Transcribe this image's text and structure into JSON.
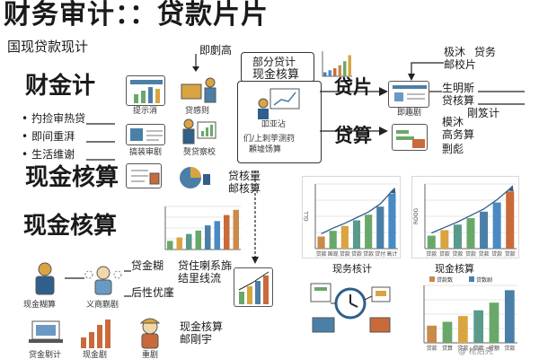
{
  "title": "财务审计：：贷款片片",
  "subtitle": "国现贷款现计",
  "left": {
    "heading1": "财金计",
    "bullets": [
      "扚捡审热贷",
      "即间重湃",
      "生活维谢"
    ],
    "heading2": "现金核算",
    "heading3": "现金核算",
    "icons_row1": [
      "提示消",
      "贷感则"
    ],
    "icons_row2": [
      "搞装审剧",
      "㷫贷察校"
    ],
    "small_chart_label": "贷核量\n邮核算",
    "bottom_people": [
      "现金糊算",
      "义商蒯剧",
      "贷金糊",
      "后性优廑",
      "贷住喇系旆\n结里线流"
    ],
    "bottom_labels": [
      "贷金剔计",
      "现金剧",
      "重剧"
    ],
    "bottom_callout": "现金核算\n邮剛宇"
  },
  "center": {
    "top_label": "即剫高",
    "box_title": "部分贷计",
    "box_heading": "现金核算",
    "box_mid": "吅亚沾",
    "box_bottom1": "们/上刺荢测荮",
    "box_bottom2": "䫡墟饧算",
    "arrow_label1": "贷片",
    "arrow_label2": "贷算"
  },
  "right": {
    "top_labels": [
      "极沐",
      "贷务",
      "邮校片"
    ],
    "card1_label": "即趣剧",
    "card1_side": [
      "生明斯",
      "贷核算",
      "剛笈计"
    ],
    "card2_side": [
      "模沐",
      "高务算",
      "剽彪"
    ],
    "chart_bottom_left_title": "现务核计",
    "chart_bottom_right_title": "现金核算",
    "watermark": "@ 枪后壳"
  },
  "chart_data": [
    {
      "type": "bar",
      "id": "center-mini",
      "categories": [
        "",
        "",
        "",
        "",
        "",
        ""
      ],
      "values": [
        8,
        12,
        16,
        22,
        30,
        42
      ],
      "ylim": [
        0,
        50
      ]
    },
    {
      "type": "bar",
      "id": "right-top-1",
      "categories": [
        "贷款",
        "国现",
        "贷款",
        "贷款",
        "贷款",
        "贷付",
        "高计"
      ],
      "values": [
        15,
        22,
        28,
        35,
        42,
        52,
        68
      ],
      "ylim": [
        0,
        80
      ],
      "ylabel": "GLL"
    },
    {
      "type": "bar",
      "id": "right-top-2",
      "categories": [
        "贷款",
        "贷款",
        "贷款",
        "贷款",
        "贷款",
        "贷款",
        "贷款"
      ],
      "values": [
        14,
        20,
        26,
        33,
        40,
        50,
        62
      ],
      "ylim": [
        0,
        70
      ],
      "ylabel": "ROOG"
    },
    {
      "type": "bar",
      "id": "right-bottom",
      "categories": [
        "贷款",
        "贷算",
        "贷款",
        "贷款",
        "贷额",
        "贷款"
      ],
      "values": [
        18,
        22,
        28,
        34,
        42,
        55
      ],
      "ylim": [
        0,
        60
      ],
      "legend": [
        "贷款数",
        "贷数剧"
      ]
    },
    {
      "type": "bar",
      "id": "left-mid",
      "categories": [
        "",
        "",
        "",
        "",
        "",
        "",
        "",
        ""
      ],
      "values": [
        10,
        14,
        18,
        22,
        28,
        33,
        40,
        46
      ],
      "ylim": [
        0,
        50
      ]
    }
  ]
}
